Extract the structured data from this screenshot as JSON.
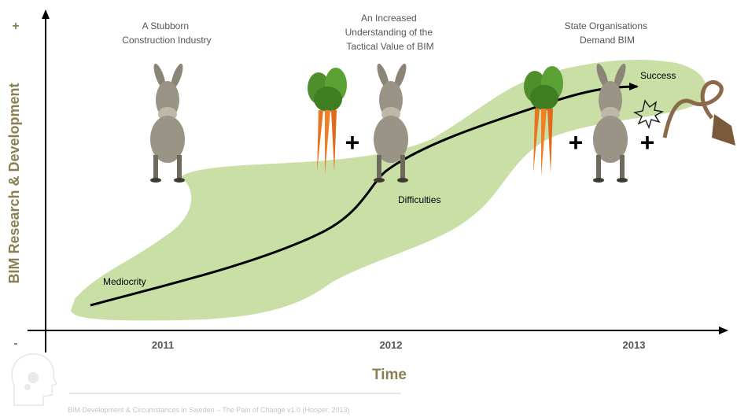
{
  "axes": {
    "y_label": "BIM Research & Development",
    "y_plus": "+",
    "y_minus": "-",
    "x_label": "Time",
    "years": [
      "2011",
      "2012",
      "2013"
    ]
  },
  "stages": {
    "stage1": [
      "A Stubborn",
      "Construction Industry"
    ],
    "stage2": [
      "An Increased",
      "Understanding of the",
      "Tactical Value of BIM"
    ],
    "stage3": [
      "State Organisations",
      "Demand BIM"
    ]
  },
  "curve_labels": {
    "mediocrity": "Mediocrity",
    "difficulties": "Difficulties",
    "success": "Success"
  },
  "operators": {
    "plus": "+"
  },
  "footer": {
    "citation": "BIM Development & Circumstances in Sweden – The Pain of Change v1.0 (Hooper, 2013)"
  },
  "colors": {
    "blob": "#c9dfa6",
    "axis_label": "#8b7f52",
    "text": "#555555",
    "footer": "#c4c4c4"
  },
  "icons": [
    "donkey",
    "carrot",
    "whip",
    "head-gears-logo"
  ]
}
